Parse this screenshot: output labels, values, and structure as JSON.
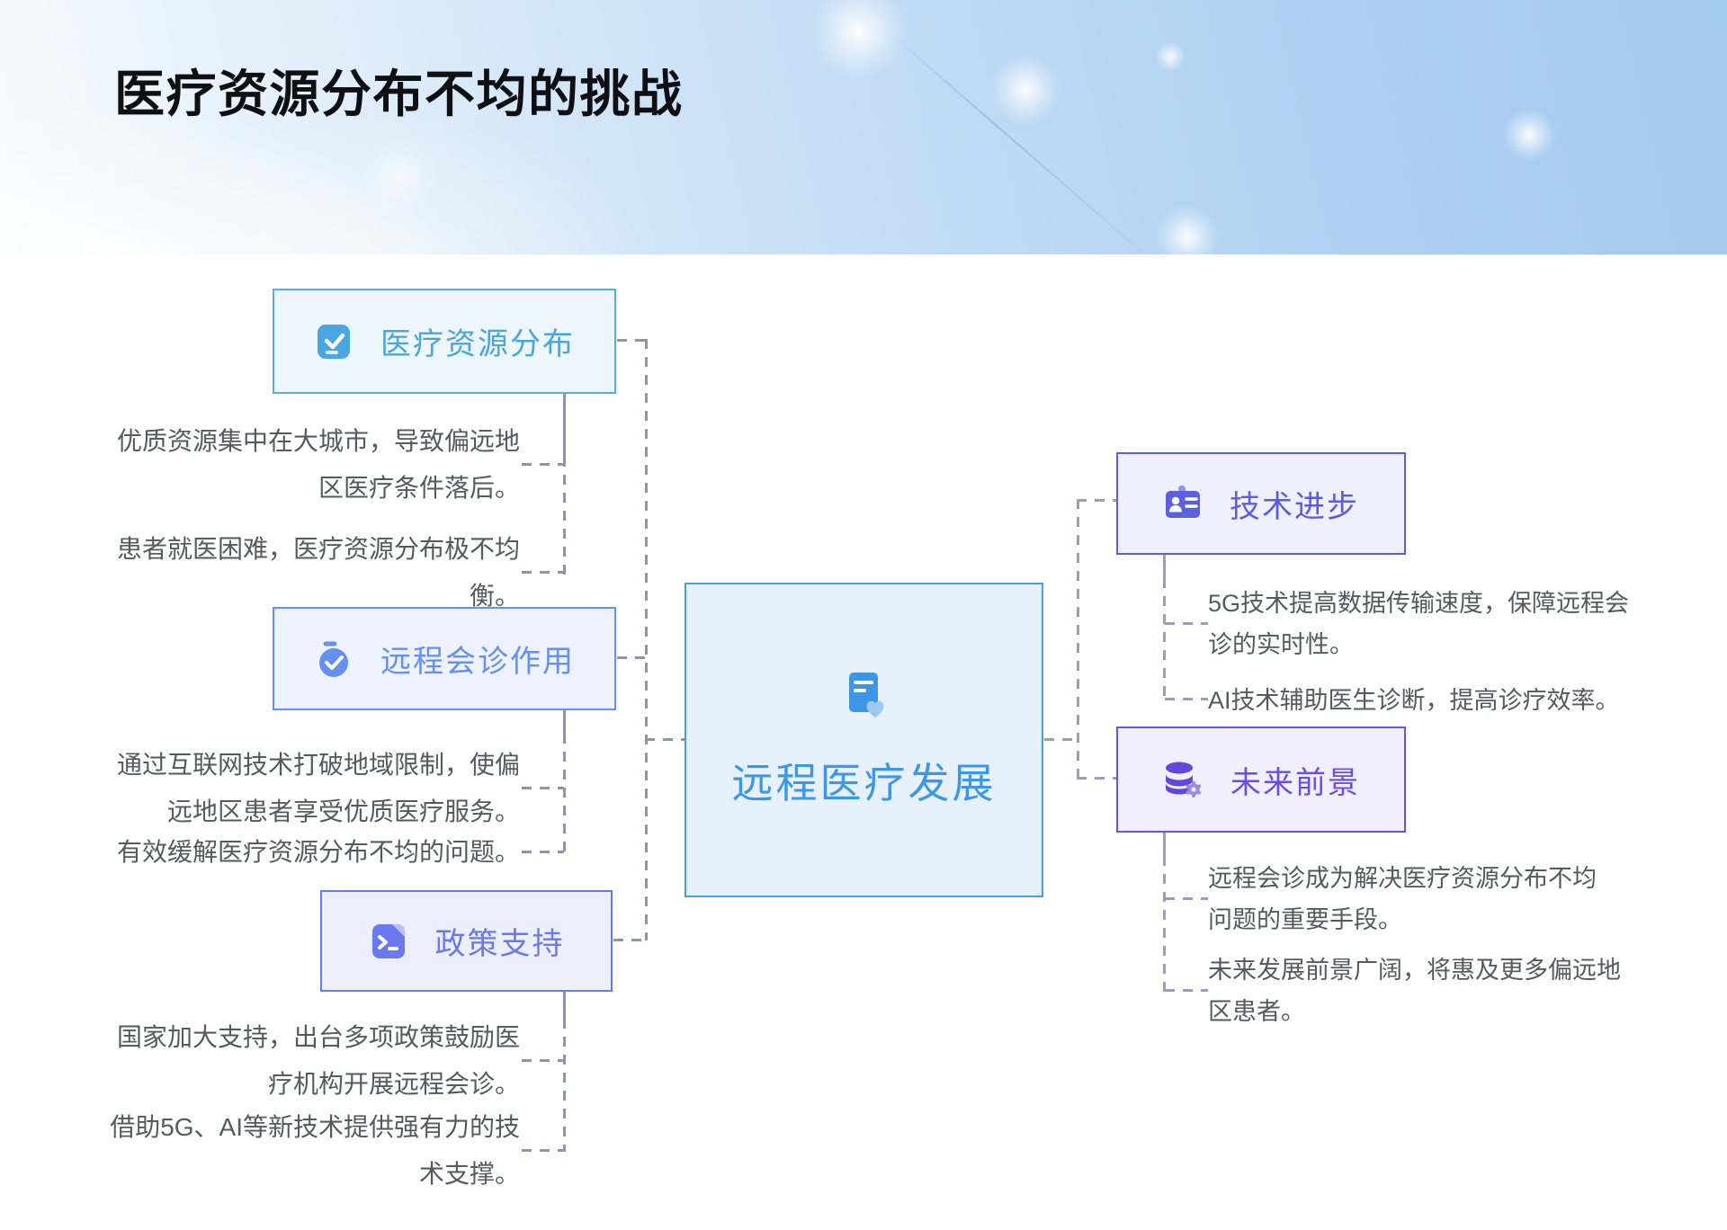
{
  "header": {
    "title": "医疗资源分布不均的挑战"
  },
  "center_node": {
    "label": "远程医疗发展",
    "icon": "document-heart-icon"
  },
  "branches_left": [
    {
      "label": "医疗资源分布",
      "icon": "clipboard-check-icon",
      "accent": "#4aa5dd",
      "notes": [
        "优质资源集中在大城市，导致偏远地区医疗条件落后。",
        "患者就医困难，医疗资源分布极不均衡。"
      ]
    },
    {
      "label": "远程会诊作用",
      "icon": "stopwatch-check-icon",
      "accent": "#6590f0",
      "notes": [
        "通过互联网技术打破地域限制，使偏远地区患者享受优质医疗服务。",
        "有效缓解医疗资源分布不均的问题。"
      ]
    },
    {
      "label": "政策支持",
      "icon": "terminal-script-icon",
      "accent": "#6b79ef",
      "notes": [
        "国家加大支持，出台多项政策鼓励医疗机构开展远程会诊。",
        "借助5G、AI等新技术提供强有力的技术支撑。"
      ]
    }
  ],
  "branches_right": [
    {
      "label": "技术进步",
      "icon": "id-badge-icon",
      "accent": "#5a5ede",
      "notes": [
        "5G技术提高数据传输速度，保障远程会诊的实时性。",
        "AI技术辅助医生诊断，提高诊疗效率。"
      ]
    },
    {
      "label": "未来前景",
      "icon": "database-gear-icon",
      "accent": "#6a4edd",
      "notes": [
        "远程会诊成为解决医疗资源分布不均问题的重要手段。",
        "未来发展前景广阔，将惠及更多偏远地区患者。"
      ]
    }
  ],
  "colors": {
    "center_border": "#4a9de8",
    "center_bg": "#e7f1fc",
    "center_text": "#3e97e5",
    "connector_left": "#8f94a6",
    "connector_right": "#9b9eb9",
    "note_text": "#56595e",
    "title_color": "#0f1013",
    "header_gradient_from": "#f7fbff",
    "header_gradient_to": "#a5caef"
  }
}
